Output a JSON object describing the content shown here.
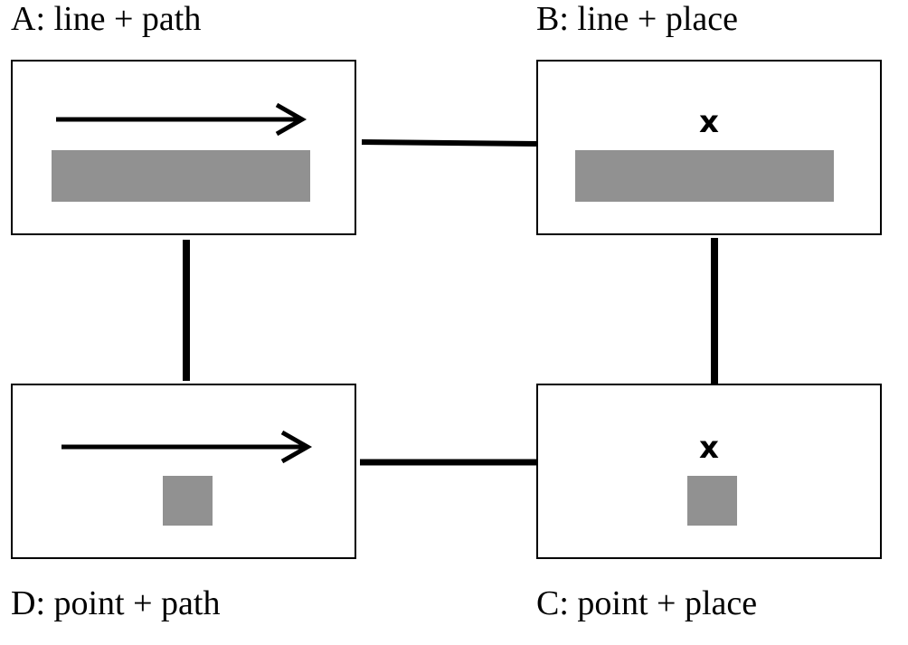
{
  "labels": {
    "a": "A: line + path",
    "b": "B: line + place",
    "c": "C: point + place",
    "d": "D: point + path"
  },
  "panels": {
    "b": {
      "marker": "x"
    },
    "c": {
      "marker": "x"
    }
  },
  "colors": {
    "shape_fill": "#919191",
    "stroke": "#000000"
  }
}
